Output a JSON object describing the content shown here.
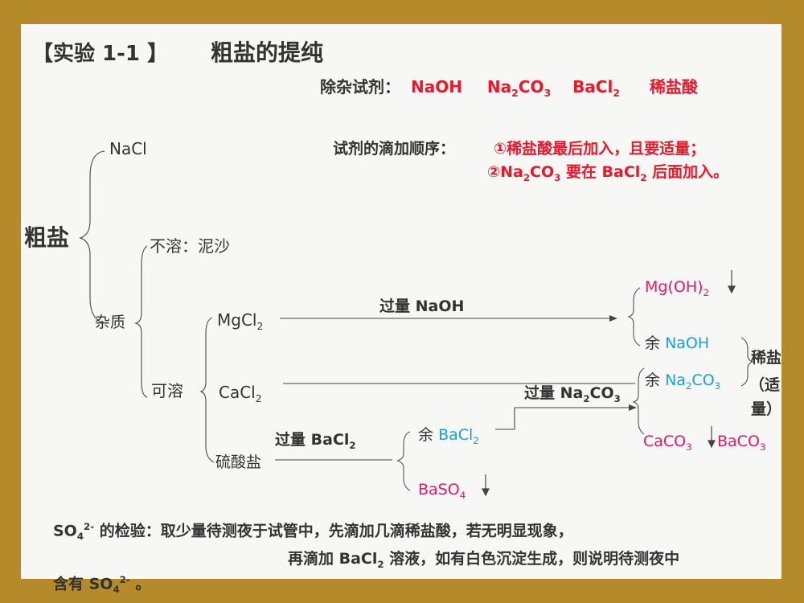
{
  "title": {
    "bracket_open": "【实验 1-1 】",
    "text": "粗盐的提纯"
  },
  "reagents": {
    "label": "除杂试剂：",
    "r1": "NaOH",
    "r2a": "Na",
    "r2b": "2",
    "r2c": "CO",
    "r2d": "3",
    "r3a": "BaCl",
    "r3b": "2",
    "r4": "稀盐酸"
  },
  "order": {
    "label": "试剂的滴加顺序：",
    "line1": "①稀盐酸最后加入，且要适量；",
    "line2a": "②Na",
    "line2b": "2",
    "line2c": "CO",
    "line2d": "3",
    "line2e": " 要在 BaCl",
    "line2f": "2",
    "line2g": " 后面加入。"
  },
  "tree": {
    "root": "粗盐",
    "nacl": "NaCl",
    "impurity": "杂质",
    "insoluble": "不溶：泥沙",
    "soluble": "可溶",
    "mgcl2a": "MgCl",
    "mgcl2b": "2",
    "cacl2a": "CaCl",
    "cacl2b": "2",
    "sulfate": "硫酸盐"
  },
  "steps": {
    "naoh": "过量 NaOH",
    "na2co3a": "过量 Na",
    "na2co3b": "2",
    "na2co3c": "CO",
    "na2co3d": "3",
    "bacl2a": "过量 BaCl",
    "bacl2b": "2"
  },
  "products": {
    "mgoh2a": "Mg(OH)",
    "mgoh2b": "2",
    "rest": "余",
    "naoh": "NaOH",
    "na2co3a": "Na",
    "na2co3b": "2",
    "na2co3c": "CO",
    "na2co3d": "3",
    "bacl2a": "BaCl",
    "bacl2b": "2",
    "baso4a": "BaSO",
    "baso4b": "4",
    "caco3a": "CaCO",
    "caco3b": "3",
    "baco3a": "BaCO",
    "baco3b": "3",
    "hcl1": "稀盐酸",
    "hcl2": "（适",
    "hcl3": "量）"
  },
  "test": {
    "line1a": "SO",
    "line1b": "4",
    "line1c": "2-",
    "line1d": " 的检验：取少量待测夜于试管中，先滴加几滴稀盐酸，若无明显现象，",
    "line2a": "再滴加 BaCl",
    "line2b": "2",
    "line2c": " 溶液，如有白色沉淀生成，则说明待测夜中",
    "line3a": "含有 SO",
    "line3b": "4",
    "line3c": "2-",
    "line3d": " 。"
  },
  "colors": {
    "frame": "#b58a2a",
    "slide": "#f7f7f5",
    "red": "#e8192c",
    "pink": "#e3176c",
    "blue": "#1a9fd6"
  }
}
